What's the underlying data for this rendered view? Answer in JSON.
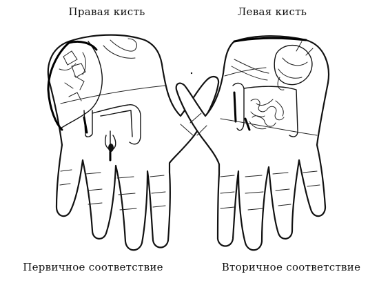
{
  "titles": {
    "right_hand": "Правая кисть",
    "left_hand": "Левая кисть"
  },
  "captions": {
    "primary": "Первичное соответствие",
    "secondary": "Вторичное соответствие"
  }
}
